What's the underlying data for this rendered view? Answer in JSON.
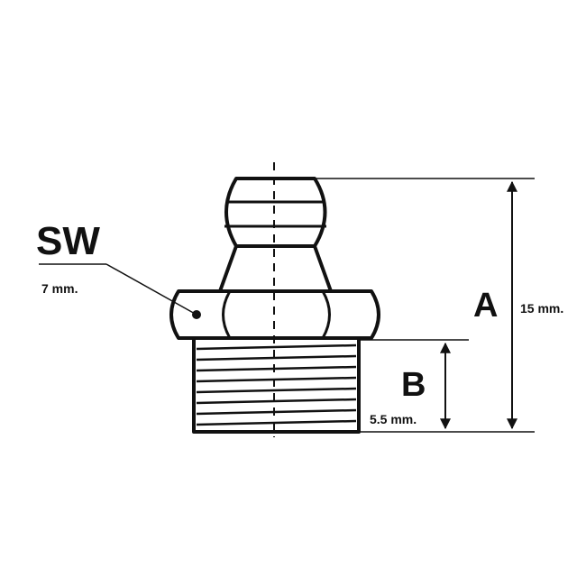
{
  "diagram": {
    "labels": {
      "sw": "SW",
      "sw_value": "7 mm.",
      "a": "A",
      "a_value": "15 mm.",
      "b": "B",
      "b_value": "5.5 mm."
    },
    "colors": {
      "line": "#111111",
      "background": "#ffffff"
    }
  }
}
